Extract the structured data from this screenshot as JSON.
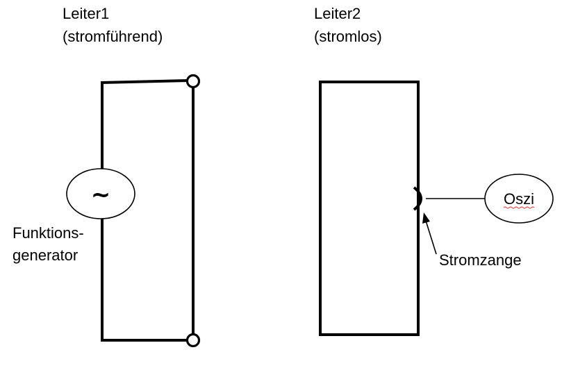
{
  "conductor1": {
    "title": "Leiter1",
    "subtitle": "(stromführend)"
  },
  "conductor2": {
    "title": "Leiter2",
    "subtitle": "(stromlos)"
  },
  "generator": {
    "symbol": "~",
    "label_line1": "Funktions-",
    "label_line2": "generator"
  },
  "oscilloscope": {
    "label": "Oszi"
  },
  "clamp": {
    "label": "Stromzange"
  }
}
